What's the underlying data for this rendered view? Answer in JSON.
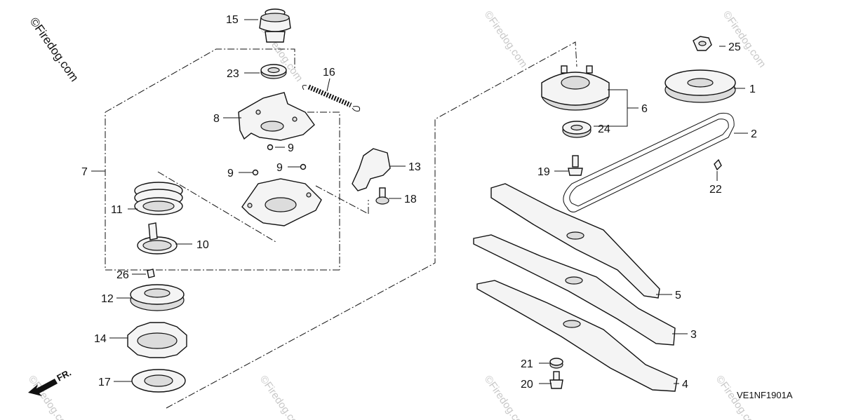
{
  "watermark": {
    "main": "©Firedog.com",
    "faint": "©Firedog.com"
  },
  "diagram_code": "VE1NF1901A",
  "front_indicator": "FR.",
  "callouts": {
    "c1": "1",
    "c2": "2",
    "c3": "3",
    "c4": "4",
    "c5": "5",
    "c6": "6",
    "c7": "7",
    "c8": "8",
    "c9a": "9",
    "c9b": "9",
    "c9c": "9",
    "c10": "10",
    "c11": "11",
    "c12": "12",
    "c13": "13",
    "c14": "14",
    "c15": "15",
    "c16": "16",
    "c17": "17",
    "c18": "18",
    "c19": "19",
    "c20": "20",
    "c21": "21",
    "c22": "22",
    "c23": "23",
    "c24": "24",
    "c25": "25",
    "c26": "26"
  }
}
